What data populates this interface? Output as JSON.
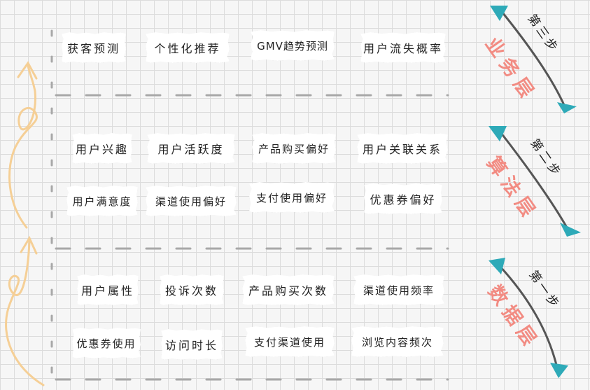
{
  "layers": [
    {
      "name": "业务层",
      "step": "第三步",
      "rows": [
        [
          "获客预测",
          "个性化推荐",
          "GMV趋势预测",
          "用户流失概率"
        ]
      ]
    },
    {
      "name": "算法层",
      "step": "第二步",
      "rows": [
        [
          "用户兴趣",
          "用户活跃度",
          "产品购买偏好",
          "用户关联关系"
        ],
        [
          "用户满意度",
          "渠道使用偏好",
          "支付使用偏好",
          "优惠券偏好"
        ]
      ]
    },
    {
      "name": "数据层",
      "step": "第一步",
      "rows": [
        [
          "用户属性",
          "投诉次数",
          "产品购买次数",
          "渠道使用频率"
        ],
        [
          "优惠券使用",
          "访问时长",
          "支付渠道使用",
          "浏览内容频次"
        ]
      ]
    }
  ],
  "colors": {
    "accent": "#f28b82",
    "arrowhead": "#2eaab8",
    "flow_arrow": "#f5cf96",
    "axis": "#a8a8a8"
  }
}
